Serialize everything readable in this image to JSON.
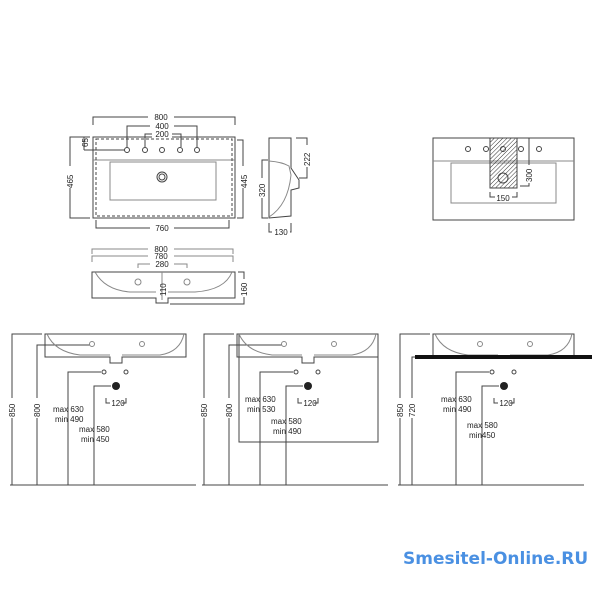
{
  "top_view": {
    "width_800": "800",
    "holes_400": "400",
    "holes_200": "200",
    "offset_65": "65",
    "depth_465": "465",
    "depth_445": "445",
    "width_760": "760"
  },
  "side_view": {
    "height_222": "222",
    "height_320": "320",
    "depth_130": "130"
  },
  "front_view": {
    "width_800": "800",
    "width_780": "780",
    "width_280": "280",
    "drain_110": "110",
    "height_160": "160"
  },
  "cutout_view": {
    "height_300": "300",
    "width_150": "150"
  },
  "install_wall": {
    "h850": "850",
    "h800": "800",
    "supply_max": "max 630",
    "supply_min": "min 490",
    "waste_max": "max 580",
    "waste_min": "min 450",
    "spacing": "120"
  },
  "install_cabinet": {
    "h850": "850",
    "h800": "800",
    "supply_max": "max 630",
    "supply_min": "min 530",
    "waste_max": "max 580",
    "waste_min": "min 490",
    "spacing": "120"
  },
  "install_counter": {
    "h850": "850",
    "h720": "720",
    "supply_max": "max 630",
    "supply_min": "min 490",
    "waste_max": "max 580",
    "waste_min": "min450",
    "spacing": "120"
  },
  "watermark": "Smesitel-Online.RU"
}
